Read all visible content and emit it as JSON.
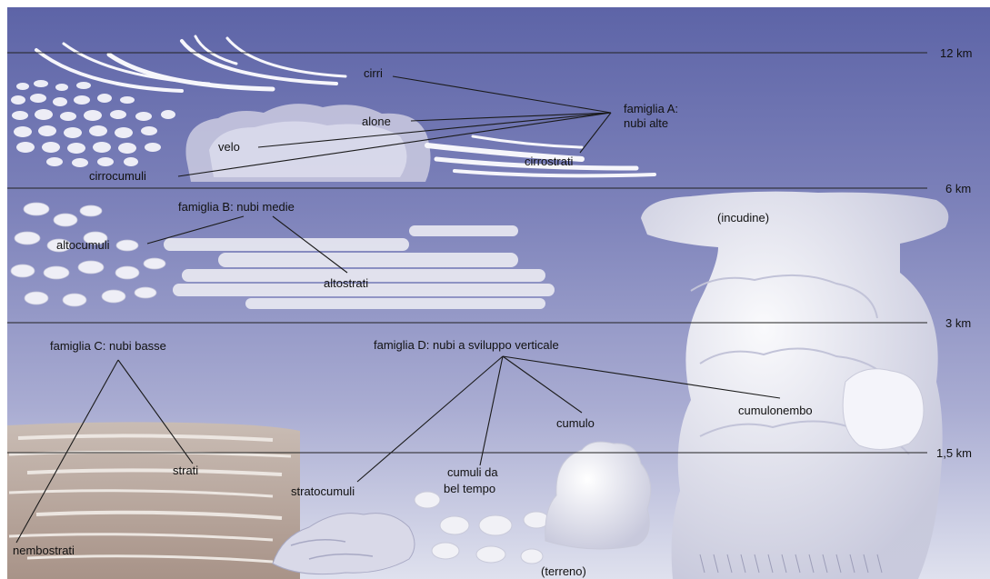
{
  "altitudes": {
    "km12": "12 km",
    "km6": "6 km",
    "km3": "3 km",
    "km1_5": "1,5 km"
  },
  "families": {
    "a_line1": "famiglia A:",
    "a_line2": "nubi alte",
    "b": "famiglia B: nubi medie",
    "c": "famiglia C: nubi basse",
    "d": "famiglia D: nubi a sviluppo verticale"
  },
  "clouds": {
    "cirri": "cirri",
    "alone": "alone",
    "velo": "velo",
    "cirrocumuli": "cirrocumuli",
    "cirrostrati": "cirrostrati",
    "altocumuli": "altocumuli",
    "altostrati": "altostrati",
    "incudine": "(incudine)",
    "strati": "strati",
    "nembostrati": "nembostrati",
    "stratocumuli": "stratocumuli",
    "cumuli_line1": "cumuli da",
    "cumuli_line2": "bel tempo",
    "cumulo": "cumulo",
    "cumulonembo": "cumulonembo",
    "terreno": "(terreno)"
  }
}
